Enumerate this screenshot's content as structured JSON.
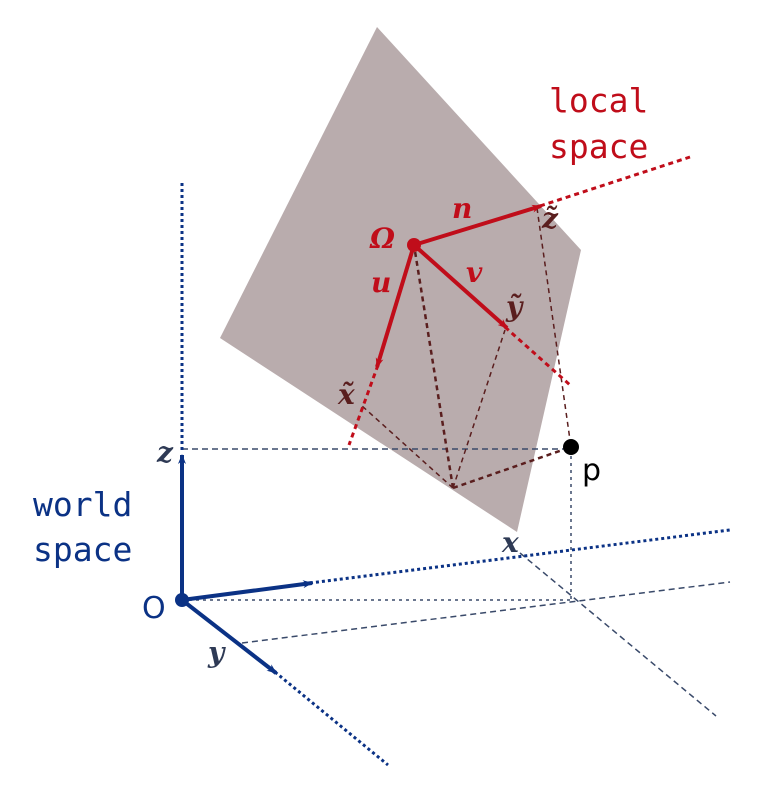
{
  "colors": {
    "world": "#0b3285",
    "local": "#c00d1a",
    "projection": "#5a1e1e",
    "plane": "#b9acad",
    "guide": "#3a4a6a"
  },
  "labels": {
    "world_line1": "world",
    "world_line2": "space",
    "local_line1": "local",
    "local_line2": "space",
    "origin": "O",
    "world_x": "x",
    "world_y": "y",
    "world_z": "z",
    "local_origin": "Ω",
    "n": "n",
    "u": "u",
    "v": "v",
    "x_tilde": "x̃",
    "y_tilde": "ỹ",
    "z_tilde": "z̃",
    "point": "p"
  }
}
